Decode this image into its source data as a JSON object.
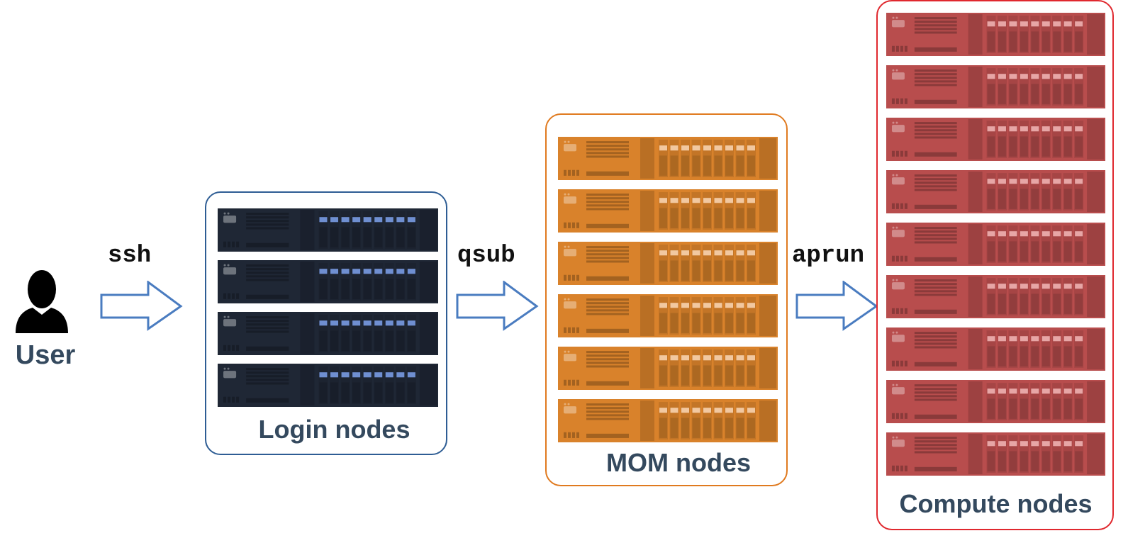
{
  "user": {
    "label": "User",
    "icon": "user-icon"
  },
  "commands": {
    "ssh": "ssh",
    "qsub": "qsub",
    "aprun": "aprun"
  },
  "groups": {
    "login": {
      "label": "Login nodes",
      "node_count": 4,
      "color": "#2e5d94",
      "server_color": "#1f2735"
    },
    "mom": {
      "label": "MOM nodes",
      "node_count": 6,
      "color": "#e07a1f",
      "server_color": "#d9822b"
    },
    "compute": {
      "label": "Compute nodes",
      "node_count": 9,
      "color": "#e0282e",
      "server_color": "#b84d4d"
    }
  },
  "colors": {
    "arrow": "#4a7cc0",
    "text": "#34495e"
  }
}
